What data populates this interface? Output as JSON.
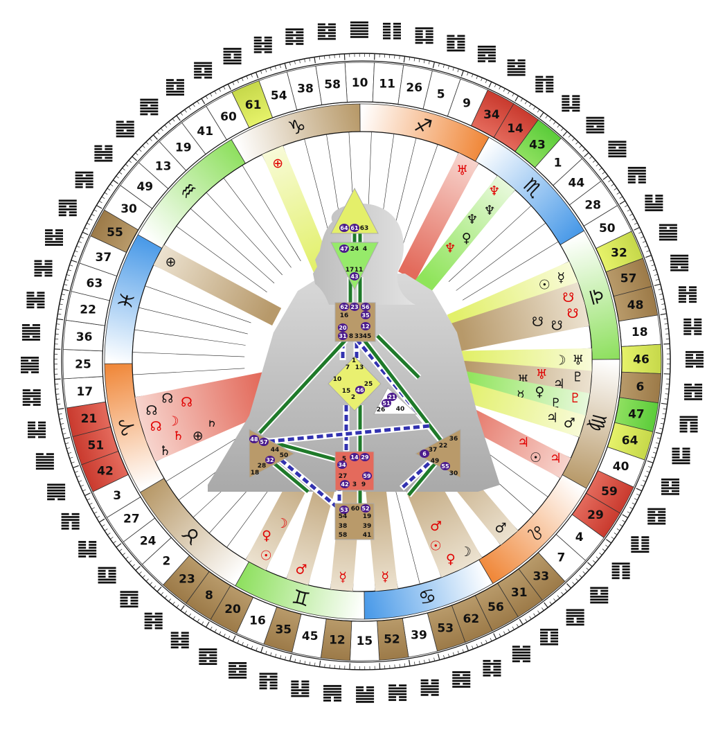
{
  "wheel": {
    "outer_gates": [
      {
        "n": "10",
        "c": "none"
      },
      {
        "n": "11",
        "c": "none"
      },
      {
        "n": "26",
        "c": "none"
      },
      {
        "n": "5",
        "c": "none"
      },
      {
        "n": "9",
        "c": "none"
      },
      {
        "n": "34",
        "c": "red"
      },
      {
        "n": "14",
        "c": "red"
      },
      {
        "n": "43",
        "c": "green"
      },
      {
        "n": "1",
        "c": "none"
      },
      {
        "n": "44",
        "c": "none"
      },
      {
        "n": "28",
        "c": "none"
      },
      {
        "n": "50",
        "c": "none"
      },
      {
        "n": "32",
        "c": "yellow"
      },
      {
        "n": "57",
        "c": "brown"
      },
      {
        "n": "48",
        "c": "brown"
      },
      {
        "n": "18",
        "c": "none"
      },
      {
        "n": "46",
        "c": "yellow"
      },
      {
        "n": "6",
        "c": "brown"
      },
      {
        "n": "47",
        "c": "green"
      },
      {
        "n": "64",
        "c": "yellow"
      },
      {
        "n": "40",
        "c": "none"
      },
      {
        "n": "59",
        "c": "red"
      },
      {
        "n": "29",
        "c": "red"
      },
      {
        "n": "4",
        "c": "none"
      },
      {
        "n": "7",
        "c": "none"
      },
      {
        "n": "33",
        "c": "brown"
      },
      {
        "n": "31",
        "c": "brown"
      },
      {
        "n": "56",
        "c": "brown"
      },
      {
        "n": "62",
        "c": "brown"
      },
      {
        "n": "53",
        "c": "brown"
      },
      {
        "n": "39",
        "c": "none"
      },
      {
        "n": "52",
        "c": "brown"
      },
      {
        "n": "15",
        "c": "none"
      },
      {
        "n": "12",
        "c": "brown"
      },
      {
        "n": "45",
        "c": "none"
      },
      {
        "n": "35",
        "c": "brown"
      },
      {
        "n": "16",
        "c": "none"
      },
      {
        "n": "20",
        "c": "brown"
      },
      {
        "n": "8",
        "c": "brown"
      },
      {
        "n": "23",
        "c": "brown"
      },
      {
        "n": "2",
        "c": "none"
      },
      {
        "n": "24",
        "c": "none"
      },
      {
        "n": "27",
        "c": "none"
      },
      {
        "n": "3",
        "c": "none"
      },
      {
        "n": "42",
        "c": "red"
      },
      {
        "n": "51",
        "c": "red"
      },
      {
        "n": "21",
        "c": "red"
      },
      {
        "n": "17",
        "c": "none"
      },
      {
        "n": "25",
        "c": "none"
      },
      {
        "n": "36",
        "c": "none"
      },
      {
        "n": "22",
        "c": "none"
      },
      {
        "n": "63",
        "c": "none"
      },
      {
        "n": "37",
        "c": "none"
      },
      {
        "n": "55",
        "c": "brown"
      },
      {
        "n": "30",
        "c": "none"
      },
      {
        "n": "49",
        "c": "none"
      },
      {
        "n": "13",
        "c": "none"
      },
      {
        "n": "19",
        "c": "none"
      },
      {
        "n": "41",
        "c": "none"
      },
      {
        "n": "60",
        "c": "none"
      },
      {
        "n": "61",
        "c": "yellow"
      },
      {
        "n": "54",
        "c": "none"
      },
      {
        "n": "38",
        "c": "none"
      },
      {
        "n": "58",
        "c": "none"
      }
    ],
    "signs": [
      {
        "glyph": "♐",
        "name": "sagittarius",
        "c": "orange"
      },
      {
        "glyph": "♏",
        "name": "scorpio",
        "c": "blue"
      },
      {
        "glyph": "♎",
        "name": "libra",
        "c": "green"
      },
      {
        "glyph": "♍",
        "name": "virgo",
        "c": "brown"
      },
      {
        "glyph": "♌",
        "name": "leo",
        "c": "orange"
      },
      {
        "glyph": "♋",
        "name": "cancer",
        "c": "blue"
      },
      {
        "glyph": "♊",
        "name": "gemini",
        "c": "green"
      },
      {
        "glyph": "♉",
        "name": "taurus",
        "c": "brown"
      },
      {
        "glyph": "♈",
        "name": "aries",
        "c": "orange"
      },
      {
        "glyph": "♓",
        "name": "pisces",
        "c": "blue"
      },
      {
        "glyph": "♒",
        "name": "aquarius",
        "c": "green"
      },
      {
        "glyph": "♑",
        "name": "capricorn",
        "c": "brown"
      }
    ],
    "hexagram_pattern": [
      "111111",
      "000000",
      "100010",
      "010001",
      "111010",
      "010111",
      "010000",
      "000010",
      "111011",
      "110111",
      "111000",
      "000111",
      "101111",
      "111101",
      "001000",
      "000100",
      "100110",
      "011001",
      "110000",
      "000011",
      "100101",
      "101001",
      "000001",
      "100000",
      "100111",
      "111001",
      "100001",
      "011110",
      "010010",
      "101101",
      "001110",
      "011100",
      "001111",
      "111100",
      "000101",
      "101000",
      "101011",
      "110101",
      "001010",
      "010100",
      "110001",
      "100011",
      "000110",
      "011000",
      "111110",
      "011111",
      "000110",
      "011010",
      "101110",
      "011101",
      "001100",
      "001100",
      "001011",
      "110100",
      "101100",
      "001101",
      "011011",
      "110110",
      "010011",
      "110010",
      "110011",
      "001010",
      "101010",
      "010101"
    ],
    "sectors": [
      {
        "gate_index": 5,
        "planets": [
          {
            "g": "♅",
            "c": "red"
          }
        ]
      },
      {
        "gate_index": 7,
        "planets": [
          {
            "g": "♆",
            "c": "red"
          },
          {
            "g": "♆",
            "c": "black"
          },
          {
            "g": "♆",
            "c": "black"
          },
          {
            "g": "♀",
            "c": "black"
          },
          {
            "g": "♆",
            "c": "red"
          }
        ]
      },
      {
        "gate_index": 12,
        "planets": [
          {
            "g": "☿",
            "c": "black"
          },
          {
            "g": "☉",
            "c": "black"
          }
        ]
      },
      {
        "gate_index": 13,
        "planets": [
          {
            "g": "☋",
            "c": "red"
          }
        ]
      },
      {
        "gate_index": 14,
        "planets": [
          {
            "g": "☋",
            "c": "red"
          },
          {
            "g": "☋",
            "c": "black"
          },
          {
            "g": "☋",
            "c": "black"
          }
        ]
      },
      {
        "gate_index": 16,
        "planets": [
          {
            "g": "♅",
            "c": "black"
          },
          {
            "g": "☽",
            "c": "black"
          }
        ]
      },
      {
        "gate_index": 17,
        "planets": [
          {
            "g": "♇",
            "c": "black"
          },
          {
            "g": "♃",
            "c": "black"
          },
          {
            "g": "♅",
            "c": "red"
          },
          {
            "g": "♅",
            "c": "black"
          }
        ]
      },
      {
        "gate_index": 18,
        "planets": [
          {
            "g": "♇",
            "c": "red"
          },
          {
            "g": "♇",
            "c": "black"
          },
          {
            "g": "♀",
            "c": "black"
          },
          {
            "g": "☿",
            "c": "black"
          }
        ]
      },
      {
        "gate_index": 19,
        "planets": [
          {
            "g": "♂",
            "c": "black"
          },
          {
            "g": "♃",
            "c": "black"
          }
        ]
      },
      {
        "gate_index": 21,
        "planets": [
          {
            "g": "♃",
            "c": "red"
          },
          {
            "g": "☉",
            "c": "black"
          },
          {
            "g": "♃",
            "c": "red"
          }
        ]
      },
      {
        "gate_index": 25,
        "planets": [
          {
            "g": "♂",
            "c": "black"
          }
        ]
      },
      {
        "gate_index": 27,
        "planets": [
          {
            "g": "☽",
            "c": "black"
          }
        ]
      },
      {
        "gate_index": 28,
        "planets": [
          {
            "g": "♀",
            "c": "red"
          },
          {
            "g": "☉",
            "c": "red"
          },
          {
            "g": "♂",
            "c": "red"
          }
        ]
      },
      {
        "gate_index": 31,
        "planets": [
          {
            "g": "☿",
            "c": "red"
          }
        ]
      },
      {
        "gate_index": 33,
        "planets": [
          {
            "g": "☿",
            "c": "red"
          }
        ]
      },
      {
        "gate_index": 35,
        "planets": [
          {
            "g": "♂",
            "c": "red"
          }
        ]
      },
      {
        "gate_index": 37,
        "planets": [
          {
            "g": "☉",
            "c": "red"
          },
          {
            "g": "♀",
            "c": "red"
          },
          {
            "g": "☽",
            "c": "red"
          }
        ]
      },
      {
        "gate_index": 44,
        "planets": [
          {
            "g": "♄",
            "c": "black"
          },
          {
            "g": "♄",
            "c": "red"
          },
          {
            "g": "⊕",
            "c": "black"
          },
          {
            "g": "♄",
            "c": "black"
          }
        ]
      },
      {
        "gate_index": 45,
        "planets": [
          {
            "g": "☊",
            "c": "red"
          },
          {
            "g": "☽",
            "c": "red"
          }
        ]
      },
      {
        "gate_index": 46,
        "planets": [
          {
            "g": "☊",
            "c": "black"
          },
          {
            "g": "☊",
            "c": "black"
          },
          {
            "g": "☊",
            "c": "red"
          }
        ]
      },
      {
        "gate_index": 53,
        "planets": [
          {
            "g": "⊕",
            "c": "black"
          }
        ]
      },
      {
        "gate_index": 60,
        "planets": [
          {
            "g": "⊕",
            "c": "red"
          }
        ]
      }
    ]
  },
  "bodygraph": {
    "head": {
      "gates": [
        "64",
        "61",
        "63"
      ]
    },
    "ajna": {
      "gates": [
        "47",
        "24",
        "4",
        "17",
        "11",
        "43"
      ]
    },
    "throat": {
      "gates": [
        "62",
        "23",
        "56",
        "16",
        "35",
        "20",
        "12",
        "31",
        "8",
        "33",
        "45"
      ]
    },
    "g_center": {
      "gates": [
        "1",
        "7",
        "13",
        "10",
        "25",
        "15",
        "46",
        "2"
      ]
    },
    "heart": {
      "gates": [
        "21",
        "51",
        "26",
        "40"
      ]
    },
    "spleen": {
      "gates": [
        "48",
        "57",
        "44",
        "50",
        "28",
        "32",
        "18"
      ]
    },
    "solar_plexus": {
      "gates": [
        "36",
        "22",
        "6",
        "37",
        "49",
        "55",
        "30"
      ]
    },
    "sacral": {
      "gates": [
        "5",
        "14",
        "29",
        "34",
        "27",
        "59",
        "42",
        "3",
        "9"
      ]
    },
    "root": {
      "gates": [
        "53",
        "60",
        "52",
        "54",
        "19",
        "38",
        "39",
        "58",
        "41"
      ]
    },
    "active_gates": [
      "64",
      "61",
      "47",
      "43",
      "62",
      "23",
      "56",
      "35",
      "20",
      "12",
      "31",
      "46",
      "21",
      "51",
      "48",
      "57",
      "32",
      "6",
      "55",
      "14",
      "29",
      "34",
      "59",
      "42",
      "53",
      "52"
    ]
  }
}
